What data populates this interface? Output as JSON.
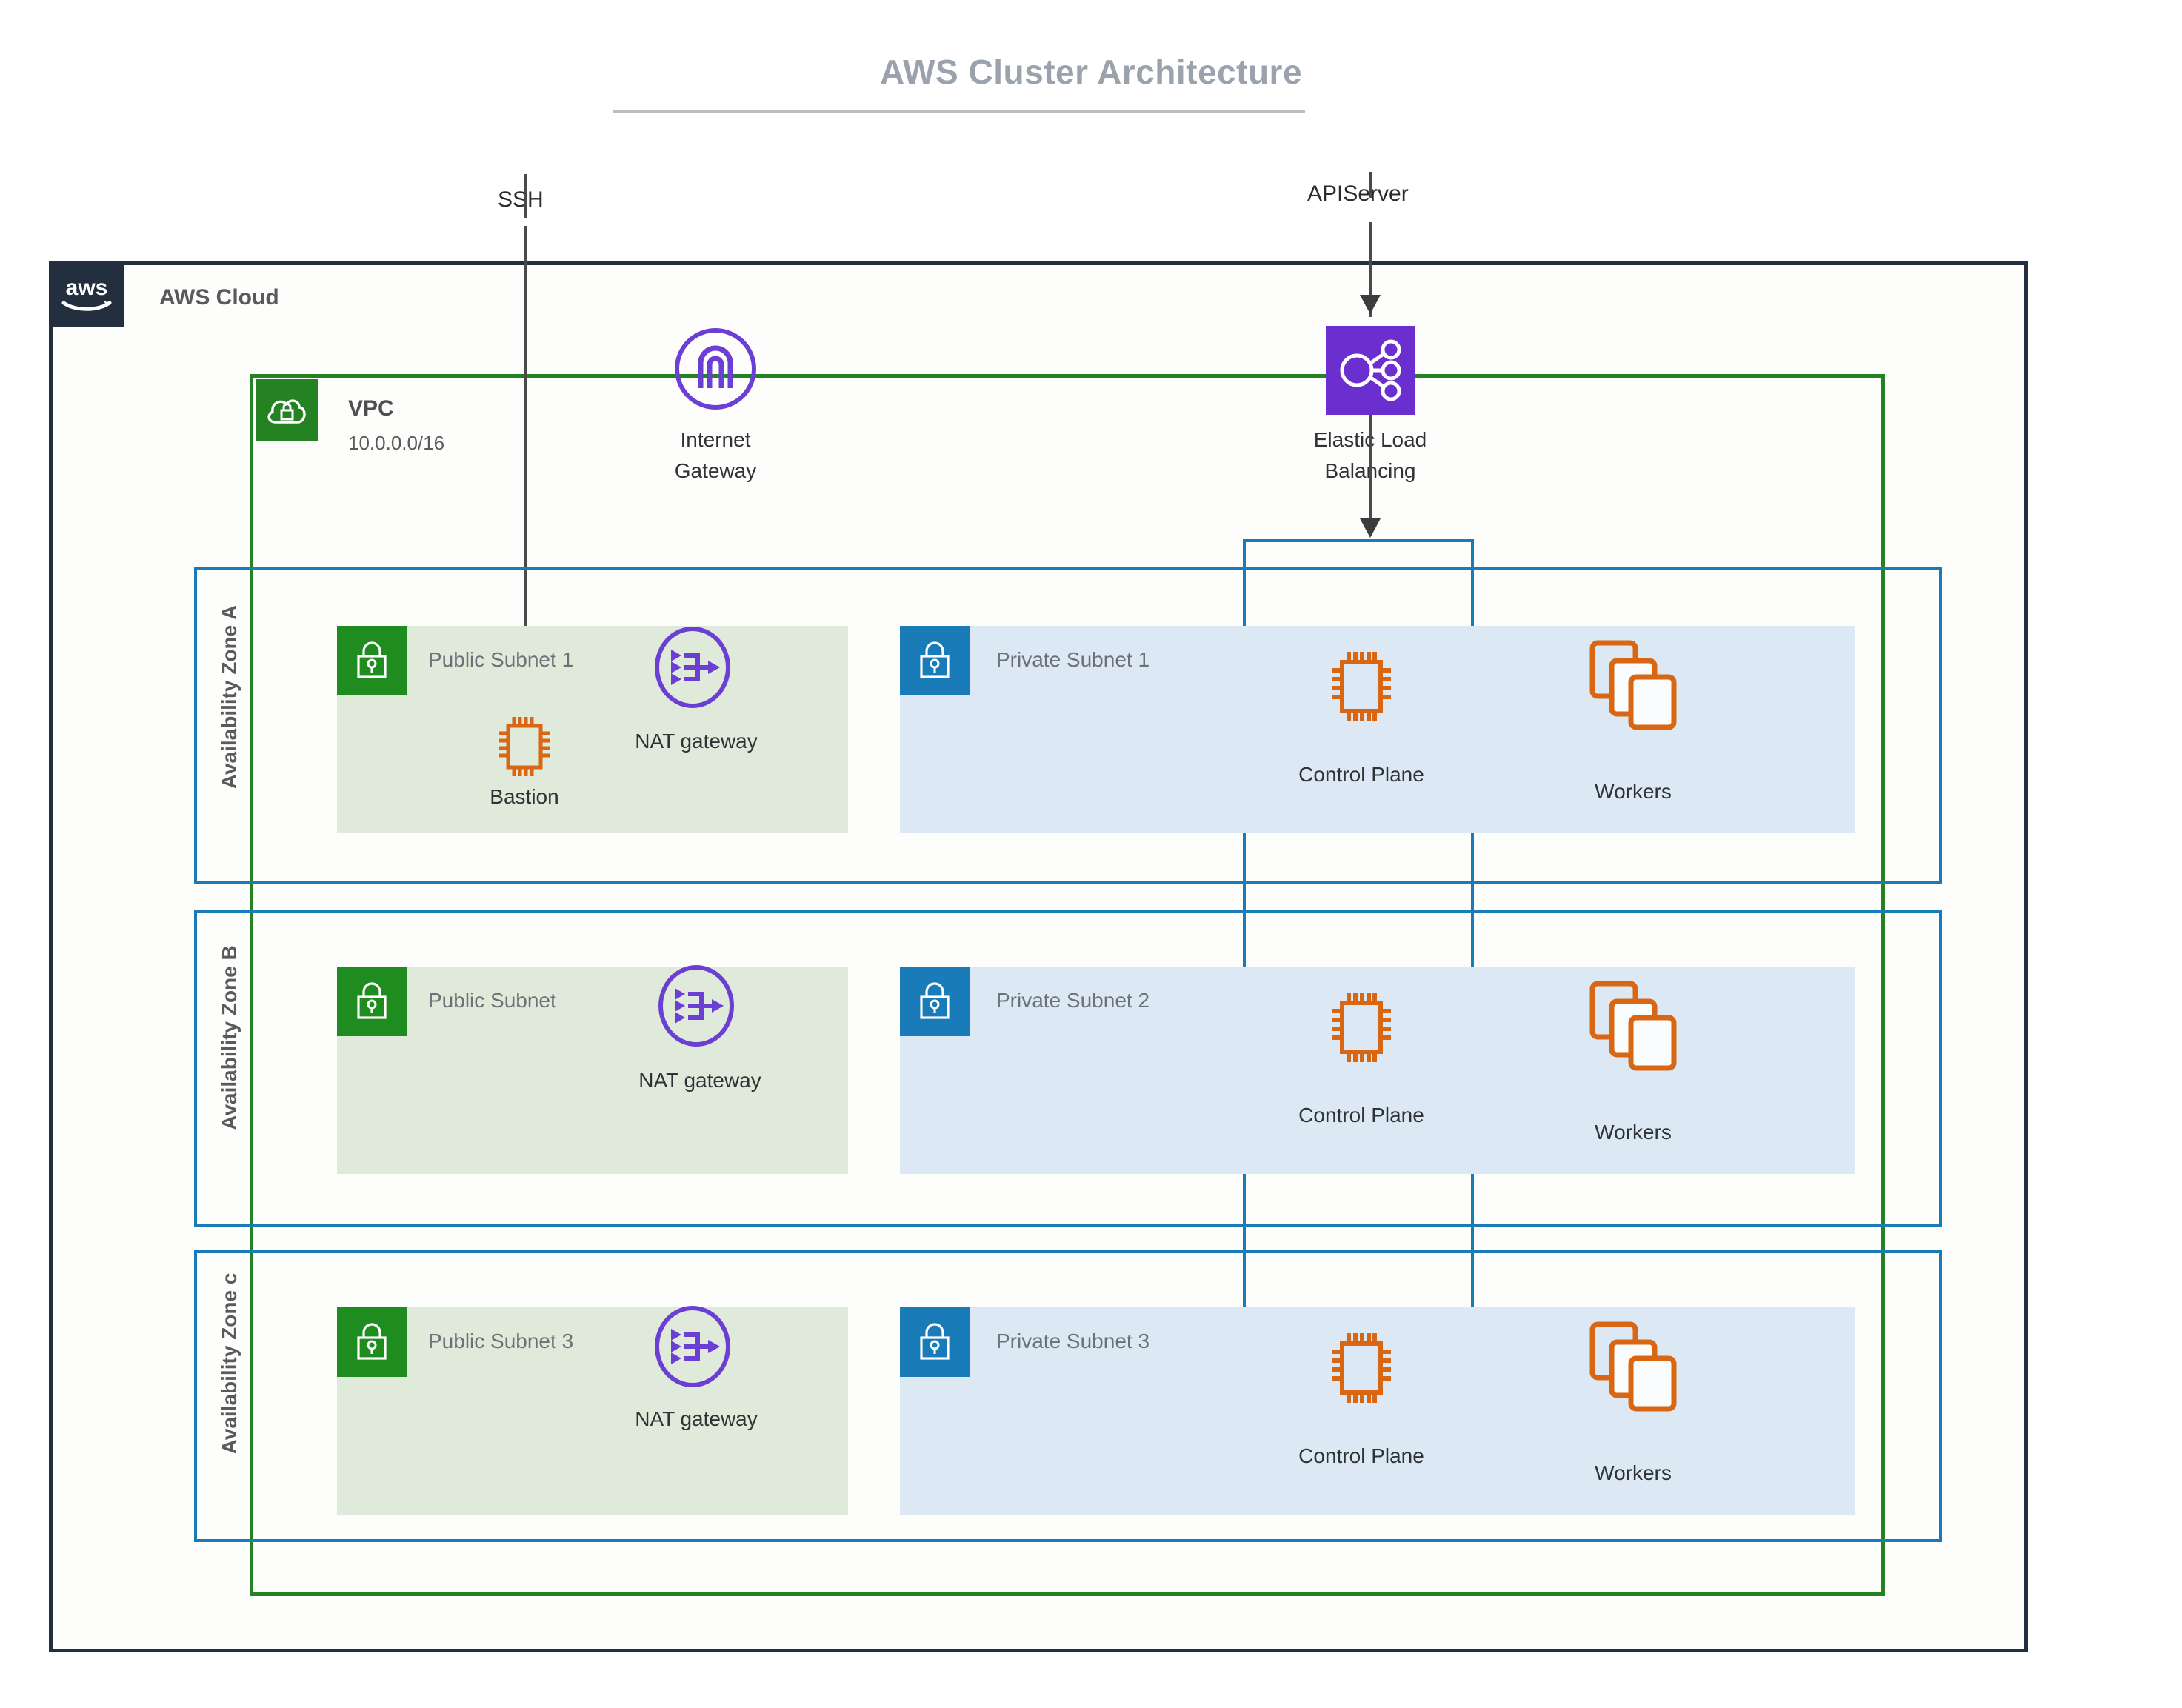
{
  "title": "AWS Cluster Architecture",
  "cloud": {
    "label": "AWS Cloud",
    "logo_text": "aws",
    "border_color": "#232f3e"
  },
  "vpc": {
    "label": "VPC",
    "cidr": "10.0.0.0/16",
    "border_color": "#248223"
  },
  "connections": [
    {
      "label": "SSH",
      "target": "Bastion"
    },
    {
      "label": "APIServer",
      "target": "Elastic Load Balancing"
    }
  ],
  "gateways": {
    "internet_gateway": {
      "label_line1": "Internet",
      "label_line2": "Gateway",
      "color": "#6b3fd4"
    },
    "load_balancer": {
      "label_line1": "Elastic Load",
      "label_line2": "Balancing",
      "color": "#6b2fd0"
    }
  },
  "zones": [
    {
      "name": "Availability Zone A",
      "public_subnet": {
        "label": "Public Subnet 1",
        "lock_color": "#1e8c1e"
      },
      "private_subnet": {
        "label": "Private Subnet 1",
        "lock_color": "#1a7bb9"
      },
      "nat_gateway": "NAT gateway",
      "bastion": "Bastion",
      "control_plane": "Control Plane",
      "workers": "Workers"
    },
    {
      "name": "Availability Zone B",
      "public_subnet": {
        "label": "Public Subnet",
        "lock_color": "#1e8c1e"
      },
      "private_subnet": {
        "label": "Private Subnet 2",
        "lock_color": "#1a7bb9"
      },
      "nat_gateway": "NAT gateway",
      "bastion": null,
      "control_plane": "Control Plane",
      "workers": "Workers"
    },
    {
      "name": "Availability Zone c",
      "public_subnet": {
        "label": "Public Subnet 3",
        "lock_color": "#1e8c1e"
      },
      "private_subnet": {
        "label": "Private Subnet 3",
        "lock_color": "#1a7bb9"
      },
      "nat_gateway": "NAT gateway",
      "bastion": null,
      "control_plane": "Control Plane",
      "workers": "Workers"
    }
  ],
  "colors": {
    "aws_navy": "#232f3e",
    "vpc_green": "#248223",
    "zone_blue": "#1a7bb9",
    "purple": "#6b3fd4",
    "orange": "#d86613",
    "public_subnet_fill": "#dfeada",
    "private_subnet_fill": "#dce9f5",
    "title_grey": "#9aa3ad"
  }
}
